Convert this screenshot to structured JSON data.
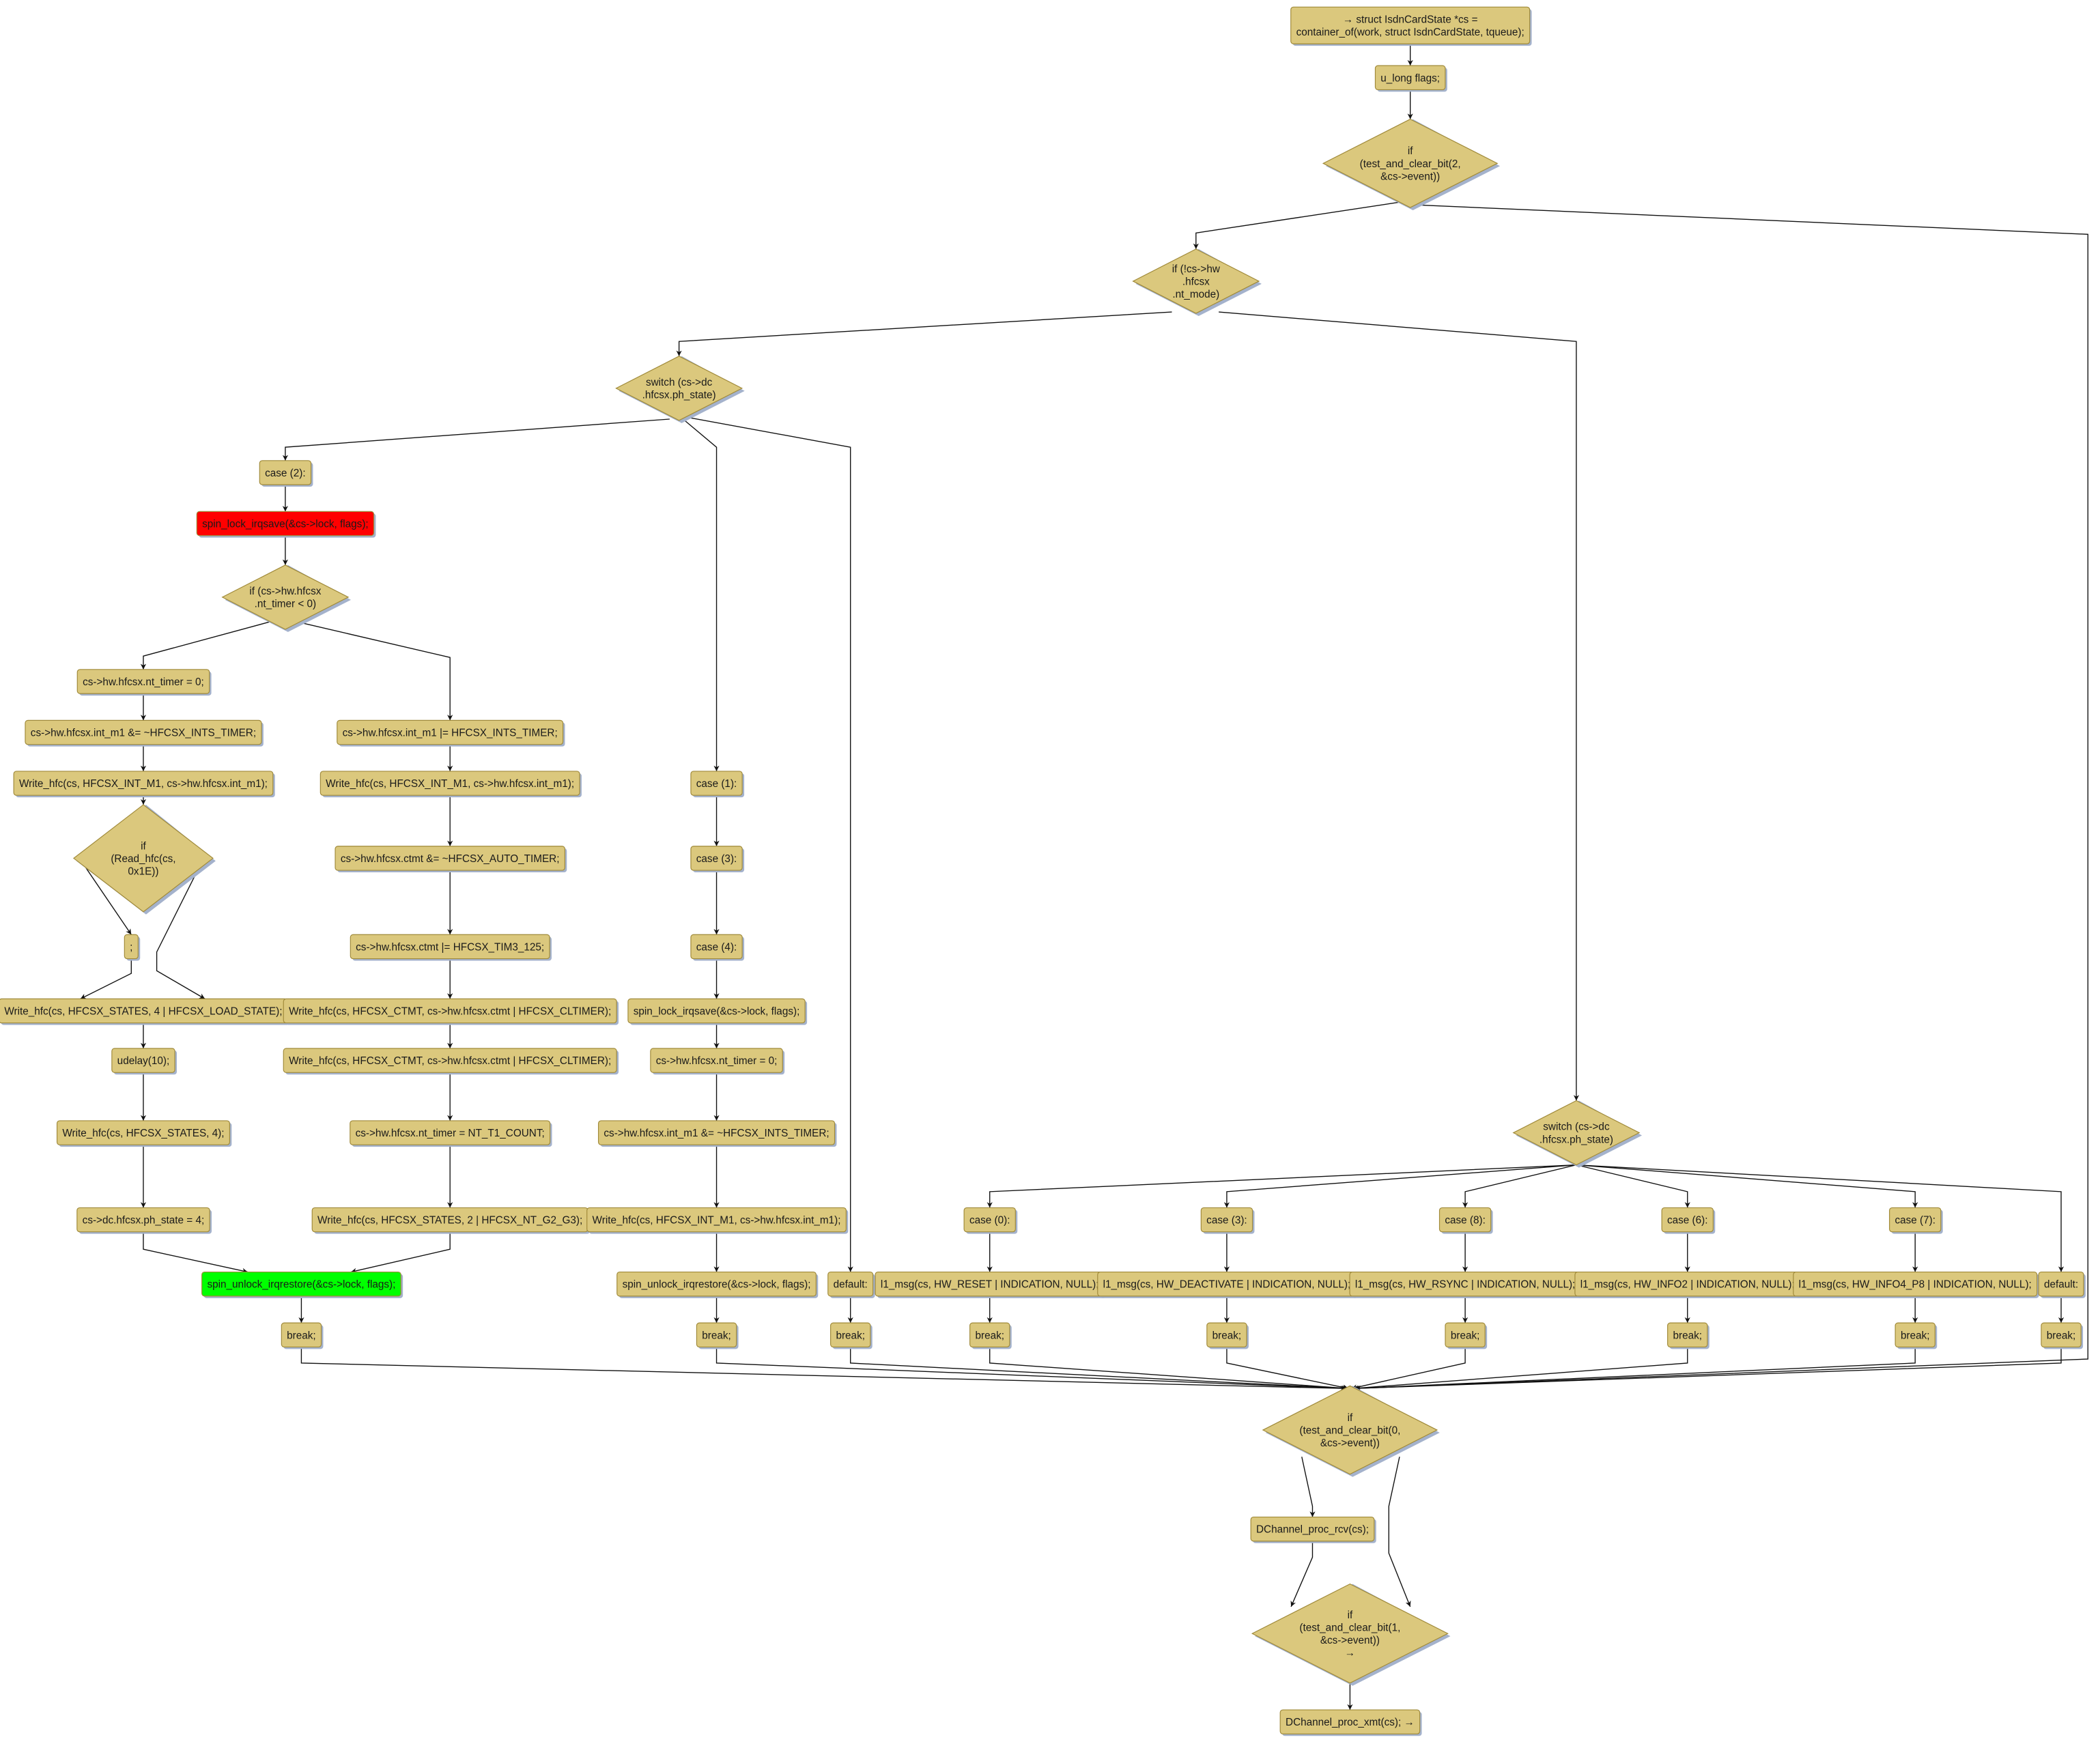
{
  "colors": {
    "node_fill": "#dbc87d",
    "lock_fill": "#ff0000",
    "unlock_fill": "#00ff00",
    "edge": "#111111",
    "shadow": "#a4b2cc"
  },
  "nodes": {
    "start": {
      "lines": [
        "→ struct IsdnCardState *cs =",
        "container_of(work, struct IsdnCardState, tqueue);"
      ]
    },
    "flags": {
      "lines": [
        "u_long flags;"
      ]
    },
    "if_bit2": {
      "lines": [
        "if",
        "(test_and_clear_bit(2,",
        "&cs->event))"
      ]
    },
    "if_ntmode": {
      "lines": [
        "if (!cs->hw",
        ".hfcsx",
        ".nt_mode)"
      ]
    },
    "switch_left": {
      "lines": [
        "switch (cs->dc",
        ".hfcsx.ph_state)"
      ]
    },
    "case2": {
      "lines": [
        "case (2):"
      ]
    },
    "spin_lock_a": {
      "lines": [
        "spin_lock_irqsave(&cs->lock, flags);"
      ]
    },
    "if_nt_timer": {
      "lines": [
        "if (cs->hw.hfcsx",
        ".nt_timer < 0)"
      ]
    },
    "l_nt_timer0": {
      "lines": [
        "cs->hw.hfcsx.nt_timer = 0;"
      ]
    },
    "l_int_m1_and": {
      "lines": [
        "cs->hw.hfcsx.int_m1 &= ~HFCSX_INTS_TIMER;"
      ]
    },
    "l_write_int": {
      "lines": [
        "Write_hfc(cs, HFCSX_INT_M1, cs->hw.hfcsx.int_m1);"
      ]
    },
    "if_read": {
      "lines": [
        "if",
        "(Read_hfc(cs,",
        "0x1E))"
      ]
    },
    "semicolon": {
      "lines": [
        ";"
      ]
    },
    "l_write_load": {
      "lines": [
        "Write_hfc(cs, HFCSX_STATES, 4 | HFCSX_LOAD_STATE);"
      ]
    },
    "udelay": {
      "lines": [
        "udelay(10);"
      ]
    },
    "l_write_states4": {
      "lines": [
        "Write_hfc(cs, HFCSX_STATES, 4);"
      ]
    },
    "ph_state4": {
      "lines": [
        "cs->dc.hfcsx.ph_state = 4;"
      ]
    },
    "m_int_m1_or": {
      "lines": [
        "cs->hw.hfcsx.int_m1 |= HFCSX_INTS_TIMER;"
      ]
    },
    "m_write_int": {
      "lines": [
        "Write_hfc(cs, HFCSX_INT_M1, cs->hw.hfcsx.int_m1);"
      ]
    },
    "m_ctmt_and": {
      "lines": [
        "cs->hw.hfcsx.ctmt &= ~HFCSX_AUTO_TIMER;"
      ]
    },
    "m_ctmt_or": {
      "lines": [
        "cs->hw.hfcsx.ctmt |= HFCSX_TIM3_125;"
      ]
    },
    "m_write_ctmt1": {
      "lines": [
        "Write_hfc(cs, HFCSX_CTMT, cs->hw.hfcsx.ctmt | HFCSX_CLTIMER);"
      ]
    },
    "m_write_ctmt2": {
      "lines": [
        "Write_hfc(cs, HFCSX_CTMT, cs->hw.hfcsx.ctmt | HFCSX_CLTIMER);"
      ]
    },
    "m_nt_timer": {
      "lines": [
        "cs->hw.hfcsx.nt_timer = NT_T1_COUNT;"
      ]
    },
    "m_write_states2": {
      "lines": [
        "Write_hfc(cs, HFCSX_STATES, 2 | HFCSX_NT_G2_G3);"
      ]
    },
    "spin_unlock_a": {
      "lines": [
        "spin_unlock_irqrestore(&cs->lock, flags);"
      ]
    },
    "break_a": {
      "lines": [
        "break;"
      ]
    },
    "case1": {
      "lines": [
        "case (1):"
      ]
    },
    "case3a": {
      "lines": [
        "case (3):"
      ]
    },
    "case4": {
      "lines": [
        "case (4):"
      ]
    },
    "spin_lock_b": {
      "lines": [
        "spin_lock_irqsave(&cs->lock, flags);"
      ]
    },
    "c_nt_timer0": {
      "lines": [
        "cs->hw.hfcsx.nt_timer = 0;"
      ]
    },
    "c_int_m1_and": {
      "lines": [
        "cs->hw.hfcsx.int_m1 &= ~HFCSX_INTS_TIMER;"
      ]
    },
    "c_write_int": {
      "lines": [
        "Write_hfc(cs, HFCSX_INT_M1, cs->hw.hfcsx.int_m1);"
      ]
    },
    "spin_unlock_b": {
      "lines": [
        "spin_unlock_irqrestore(&cs->lock, flags);"
      ]
    },
    "break_b": {
      "lines": [
        "break;"
      ]
    },
    "default_a": {
      "lines": [
        "default:"
      ]
    },
    "break_c": {
      "lines": [
        "break;"
      ]
    },
    "switch_right": {
      "lines": [
        "switch (cs->dc",
        ".hfcsx.ph_state)"
      ]
    },
    "case0": {
      "lines": [
        "case (0):"
      ]
    },
    "case3b": {
      "lines": [
        "case (3):"
      ]
    },
    "case8": {
      "lines": [
        "case (8):"
      ]
    },
    "case6": {
      "lines": [
        "case (6):"
      ]
    },
    "case7": {
      "lines": [
        "case (7):"
      ]
    },
    "msg_reset": {
      "lines": [
        "l1_msg(cs, HW_RESET | INDICATION, NULL);"
      ]
    },
    "msg_deact": {
      "lines": [
        "l1_msg(cs, HW_DEACTIVATE | INDICATION, NULL);"
      ]
    },
    "msg_rsync": {
      "lines": [
        "l1_msg(cs, HW_RSYNC | INDICATION, NULL);"
      ]
    },
    "msg_info2": {
      "lines": [
        "l1_msg(cs, HW_INFO2 | INDICATION, NULL);"
      ]
    },
    "msg_info4": {
      "lines": [
        "l1_msg(cs, HW_INFO4_P8 | INDICATION, NULL);"
      ]
    },
    "default_b": {
      "lines": [
        "default:"
      ]
    },
    "break_d": {
      "lines": [
        "break;"
      ]
    },
    "break_e": {
      "lines": [
        "break;"
      ]
    },
    "break_f": {
      "lines": [
        "break;"
      ]
    },
    "break_g": {
      "lines": [
        "break;"
      ]
    },
    "break_h": {
      "lines": [
        "break;"
      ]
    },
    "break_i": {
      "lines": [
        "break;"
      ]
    },
    "if_bit0": {
      "lines": [
        "if",
        "(test_and_clear_bit(0,",
        "&cs->event))"
      ]
    },
    "proc_rcv": {
      "lines": [
        "DChannel_proc_rcv(cs);"
      ]
    },
    "if_bit1": {
      "lines": [
        "if",
        "(test_and_clear_bit(1,",
        "&cs->event))",
        "→"
      ]
    },
    "proc_xmt": {
      "lines": [
        "DChannel_proc_xmt(cs); →"
      ]
    }
  }
}
